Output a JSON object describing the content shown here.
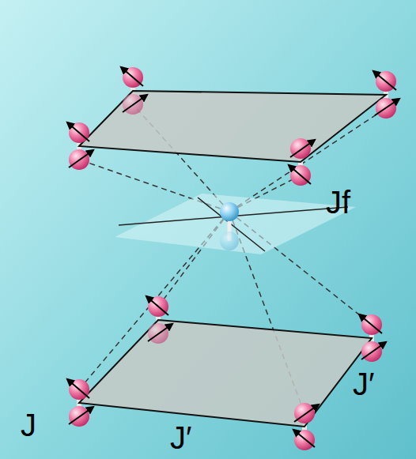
{
  "diagram": {
    "labels": [
      "J",
      "J′",
      "J′",
      "Jf"
    ]
  }
}
